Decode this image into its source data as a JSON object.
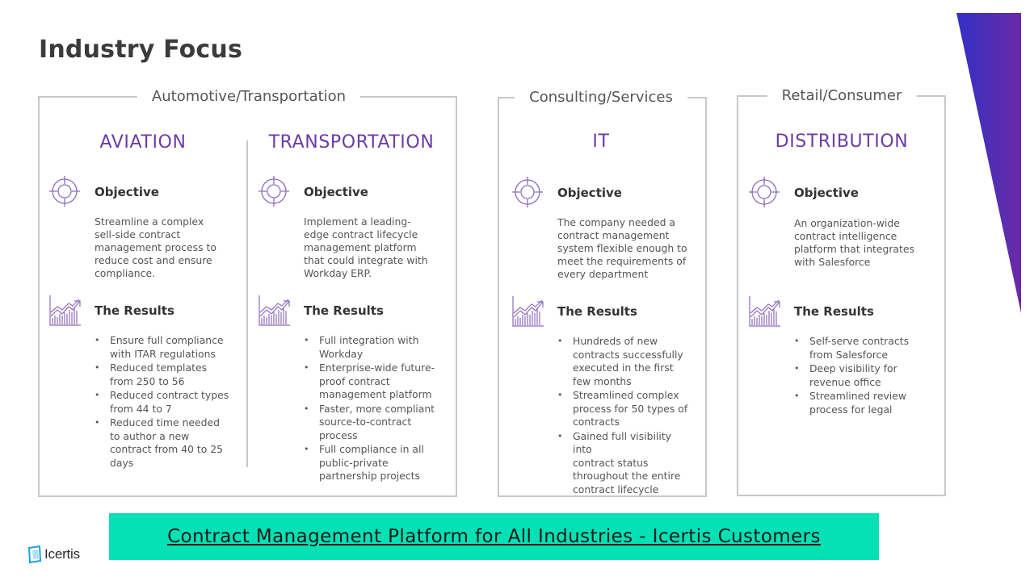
{
  "page": {
    "title": "Industry Focus",
    "accent_color": "#6b3ca6",
    "banner_color": "#05e0b5"
  },
  "groups": [
    {
      "label": "Automotive/Transportation"
    },
    {
      "label": "Consulting/Services"
    },
    {
      "label": "Retail/Consumer"
    }
  ],
  "columns": [
    {
      "industry": "AVIATION",
      "objective_heading": "Objective",
      "objective_lines": [
        "Streamline a complex",
        "sell-side contract",
        "management  process to",
        "reduce cost and ensure",
        "compliance."
      ],
      "results_heading": "The Results",
      "results": [
        [
          "Ensure full compliance",
          "with ITAR regulations"
        ],
        [
          "Reduced templates",
          "from 250 to 56"
        ],
        [
          "Reduced contract types",
          "from 44 to 7"
        ],
        [
          "Reduced time needed",
          "to author a new",
          "contract from 40 to 25",
          "days"
        ]
      ]
    },
    {
      "industry": "TRANSPORTATION",
      "objective_heading": "Objective",
      "objective_lines": [
        "Implement  a leading-",
        "edge contract lifecycle",
        "management  platform",
        "that could integrate with",
        "Workday ERP."
      ],
      "results_heading": "The Results",
      "results": [
        [
          "Full integration with",
          "Workday"
        ],
        [
          "Enterprise-wide future-",
          "proof contract",
          "management  platform"
        ],
        [
          "Faster, more compliant",
          "source-to-contract",
          "process"
        ],
        [
          "Full compliance  in all",
          "public-private",
          "partnership projects"
        ]
      ]
    },
    {
      "industry": "IT",
      "objective_heading": "Objective",
      "objective_lines": [
        "The company needed a",
        "contract management",
        "system flexible enough to",
        "meet the requirements of",
        "every department"
      ],
      "results_heading": "The Results",
      "results": [
        [
          "Hundreds of new",
          "contracts successfully",
          "executed in the first",
          "few months"
        ],
        [
          "Streamlined complex",
          "process for 50 types of",
          "contracts"
        ],
        [
          "Gained full visibility into",
          "contract status",
          "throughout the entire",
          "contract lifecycle"
        ]
      ]
    },
    {
      "industry": "DISTRIBUTION",
      "objective_heading": "Objective",
      "objective_lines": [
        "An organization-wide",
        "contract intelligence",
        "platform that integrates",
        "with Salesforce"
      ],
      "results_heading": "The Results",
      "results": [
        [
          "Self-serve contracts",
          "from Salesforce"
        ],
        [
          "Deep visibility for",
          "revenue office"
        ],
        [
          "Streamlined review",
          "process for legal"
        ]
      ]
    }
  ],
  "icons": {
    "objective": "target-icon",
    "results": "growth-chart-icon"
  },
  "banner": {
    "text": "Contract Management Platform for All Industries - Icertis Customers"
  },
  "logo": {
    "text": "Icertis"
  }
}
